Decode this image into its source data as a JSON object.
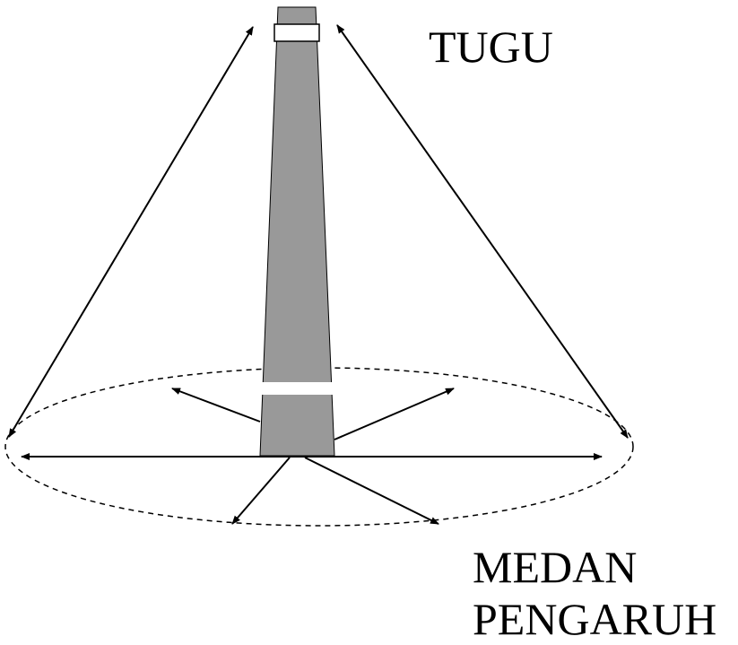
{
  "labels": {
    "tower": "TUGU",
    "field_line1": "MEDAN",
    "field_line2": "PENGARUH"
  },
  "colors": {
    "tower_fill": "#999999",
    "stroke": "#000000",
    "background": "#ffffff"
  }
}
